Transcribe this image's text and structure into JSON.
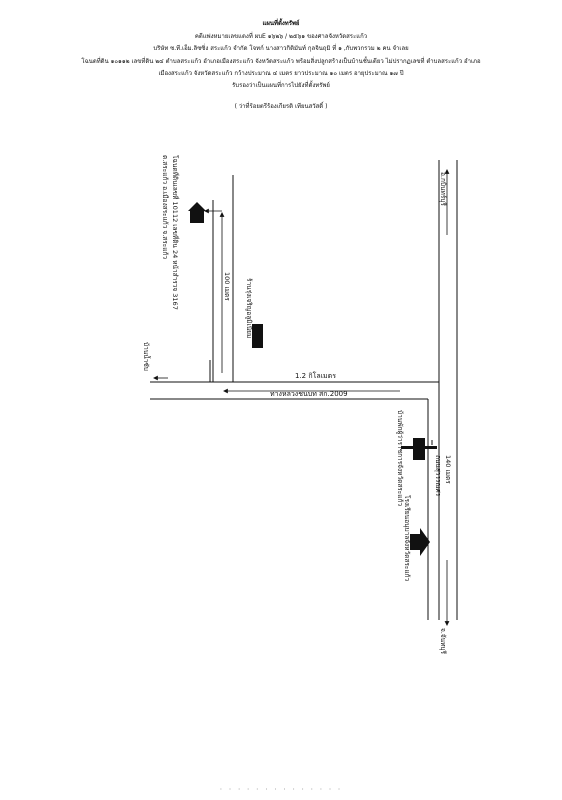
{
  "header": {
    "title": "แผนที่ตั้งทรัพย์",
    "line1": "คดีแพ่งหมายเลขแดงที่ ผบE ๑๖๒๖ / ๒๕๖๑ ของศาลจังหวัดสระแก้ว",
    "line2": "บริษัท ซ.ที.เอ็ม.ลิซซิ่ง สระแก้ว จำกัด โจทก์ นางสาวกิติมันท์ กุลจินฤมิ ที่ ๑ ,กับพวกรวม ๒ คน จำเลย",
    "line3": "โฉนดที่ดิน ๑๐๑๑๒ เลขที่ดิน ๒๔ ตำบลสระแก้ว อำเภอเมืองสระแก้ว จังหวัดสระแก้ว พร้อมสิ่งปลูกสร้างเป็นบ้านชั้นเดียว ไม่ปรากฏเลขที่ ตำบลสระแก้ว อำเภอ",
    "line4": "เมืองสระแก้ว จังหวัดสระแก้ว กว้างประมาณ ๔ เมตร ยาวประมาณ ๑๐ เมตร อายุประมาณ ๑๗ ปี",
    "certify": "รับรองว่าเป็นแผนที่การไปยังที่ตั้งทรัพย์",
    "signer": "( ว่าที่ร้อยตรีร้องเกียรติ เทียนสวัสดิ์ )"
  },
  "map": {
    "property_label_1": "โฉนดที่ดินเลขที่ 10112 เลขที่ดิน 24 หน้าสำรวจ 3167",
    "property_label_2": "ต.สระแก้ว อ.เมืองสระแก้ว จ.สระแก้ว",
    "distance_100": "100 เมตร",
    "shop_label": "ร้านรุ่งเจริญอลูมิเนียม",
    "village_label": "บ้านน้ำซับ",
    "distance_1_2": "1.2 กิโลเมตร",
    "highway_label": "ทางหลวงชนบท สก.2009",
    "distance_140": "140 เมตร",
    "transport_label": "ถนนสุวรรณศร",
    "treasury_label": "บ้านพักผู้ว่าราชการจังหวัดสระแก้ว",
    "hospital_label": "โรงเรียนอนุบาลจังหวัดสระแก้ว",
    "to_prachinburi": "อ.กบินทร์บุรี",
    "to_chanthaburi": "จ.จันทบุรี"
  }
}
